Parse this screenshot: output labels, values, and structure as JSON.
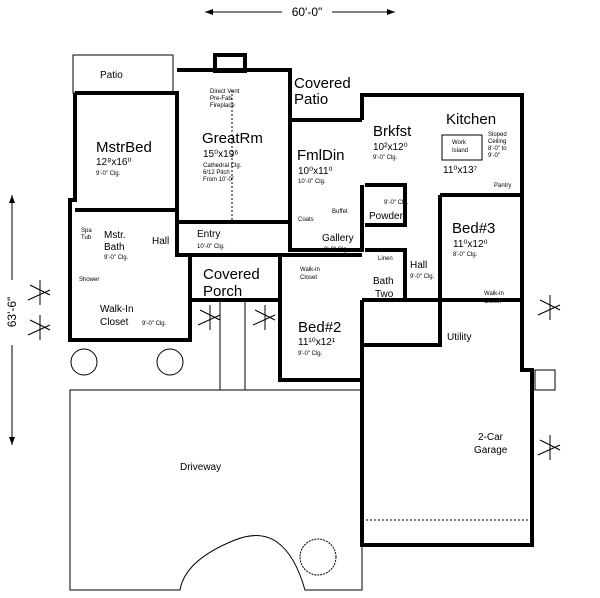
{
  "dimensions": {
    "width_label": "60'-0\"",
    "depth_label": "63'-6\""
  },
  "rooms": {
    "patio": {
      "name": "Patio"
    },
    "mstr_bed": {
      "name": "MstrBed",
      "size": "12⁸x16⁰",
      "ceiling": "9'-0\" Clg."
    },
    "great_rm": {
      "name": "GreatRm",
      "size": "15⁰x19⁶",
      "note1": "Cathedral Clg.",
      "note2": "6/12 Pitch",
      "note3": "From 10'-0\"",
      "fireplace1": "Direct Vent",
      "fireplace2": "Pre-Fab",
      "fireplace3": "Fireplace"
    },
    "covered_patio": {
      "name1": "Covered",
      "name2": "Patio"
    },
    "fml_din": {
      "name": "FmlDin",
      "size": "10⁰x11⁰",
      "ceiling": "10'-0\" Clg."
    },
    "brkfst": {
      "name": "Brkfst",
      "size": "10²x12⁰",
      "ceiling": "9'-0\" Clg."
    },
    "kitchen": {
      "name": "Kitchen",
      "size": "11⁰x13⁷",
      "island1": "Work",
      "island2": "Island",
      "note1": "Sloped",
      "note2": "Ceiling",
      "note3": "8'-0\" to",
      "note4": "9'-0\"",
      "pantry": "Pantry"
    },
    "powder": {
      "name": "Powder",
      "ceiling": "9'-0\" Clg."
    },
    "coats": {
      "name": "Coats"
    },
    "buffet": {
      "name": "Buffet"
    },
    "gallery": {
      "name": "Gallery",
      "ceiling": "9'-0\" Clg."
    },
    "bed3": {
      "name": "Bed#3",
      "size": "11⁰x12⁰",
      "ceiling": "8'-0\" Clg."
    },
    "mstr_bath": {
      "name1": "Mstr.",
      "name2": "Bath",
      "ceiling": "9'-0\" Clg.",
      "tub1": "Spa",
      "tub2": "Tub",
      "shower": "Shower"
    },
    "hall_left": {
      "name": "Hall"
    },
    "entry": {
      "name": "Entry",
      "ceiling": "10'-0\" Clg."
    },
    "covered_porch": {
      "name1": "Covered",
      "name2": "Porch"
    },
    "walkin_master": {
      "name1": "Walk-In",
      "name2": "Closet",
      "ceiling": "9'-0\" Clg."
    },
    "walkin_bed2": {
      "name1": "Walk-in",
      "name2": "Closet"
    },
    "bed2": {
      "name": "Bed#2",
      "size": "11¹⁰x12¹",
      "ceiling": "9'-0\" Clg."
    },
    "linen": {
      "name": "Linen"
    },
    "bath_two": {
      "name1": "Bath",
      "name2": "Two"
    },
    "hall_right": {
      "name": "Hall",
      "ceiling": "9'-0\" Clg."
    },
    "walkin_bed3": {
      "name1": "Walk-in",
      "name2": "Closet"
    },
    "utility": {
      "name": "Utility"
    },
    "garage": {
      "name1": "2-Car",
      "name2": "Garage"
    },
    "driveway": {
      "name": "Driveway"
    }
  }
}
